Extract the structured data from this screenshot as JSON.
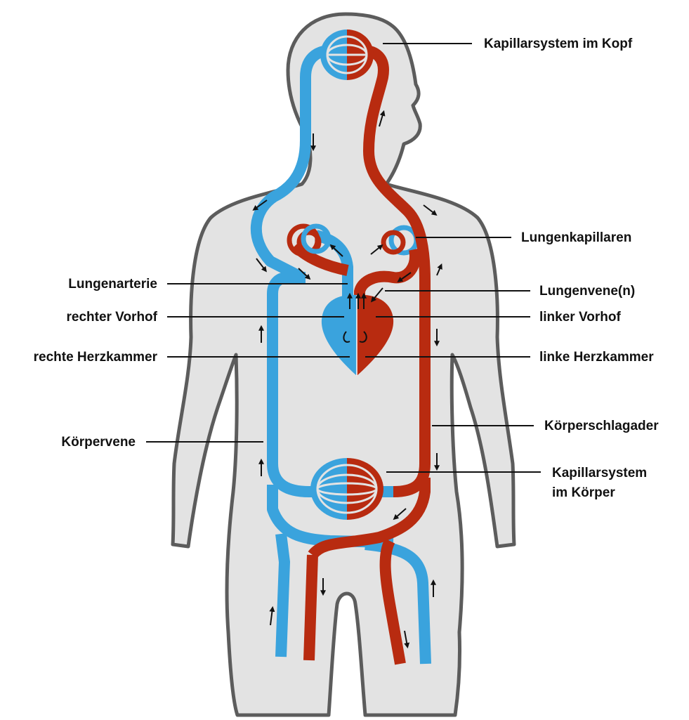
{
  "labels": {
    "head_capillaries": "Kapillarsystem im Kopf",
    "lung_capillaries": "Lungenkapillaren",
    "pulmonary_artery": "Lungenarterie",
    "pulmonary_veins": "Lungenvene(n)",
    "right_atrium": "rechter Vorhof",
    "left_atrium": "linker Vorhof",
    "right_ventricle": "rechte Herzkammer",
    "left_ventricle": "linke Herzkammer",
    "body_artery": "Körperschlagader",
    "body_vein": "Körpervene",
    "body_capillaries_line1": "Kapillarsystem",
    "body_capillaries_line2": "im Körper"
  },
  "colors": {
    "deoxygenated_blood": "#3aa3dd",
    "oxygenated_blood": "#b82b10",
    "body_fill": "#e3e3e3",
    "body_outline": "#5c5c5c"
  }
}
